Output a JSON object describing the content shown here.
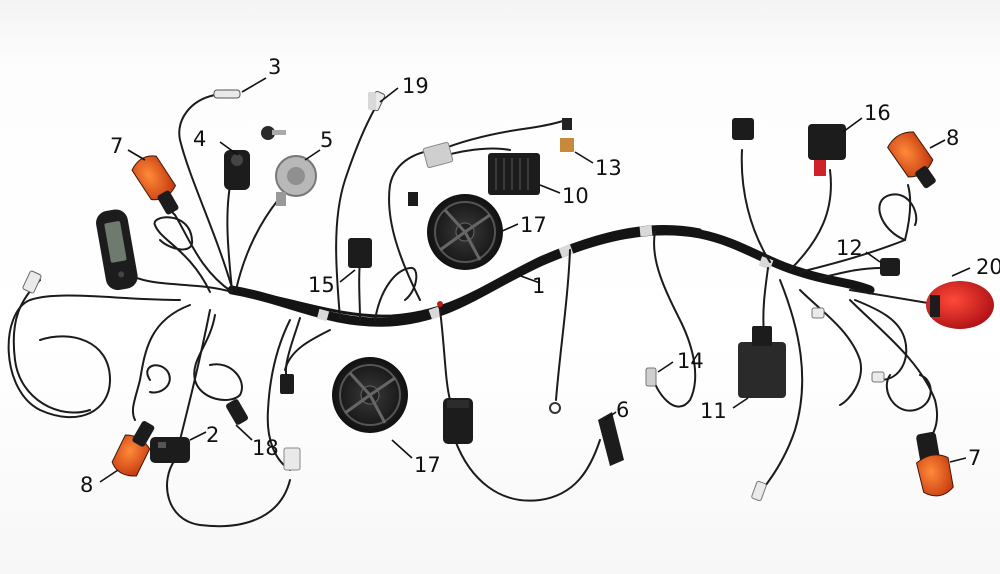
{
  "callouts": [
    {
      "id": "c1",
      "label": "1"
    },
    {
      "id": "c2",
      "label": "2"
    },
    {
      "id": "c3",
      "label": "3"
    },
    {
      "id": "c4",
      "label": "4"
    },
    {
      "id": "c5",
      "label": "5"
    },
    {
      "id": "c6",
      "label": "6"
    },
    {
      "id": "c7a",
      "label": "7"
    },
    {
      "id": "c7b",
      "label": "7"
    },
    {
      "id": "c8a",
      "label": "8"
    },
    {
      "id": "c8b",
      "label": "8"
    },
    {
      "id": "c10",
      "label": "10"
    },
    {
      "id": "c11",
      "label": "11"
    },
    {
      "id": "c12",
      "label": "12"
    },
    {
      "id": "c13",
      "label": "13"
    },
    {
      "id": "c14",
      "label": "14"
    },
    {
      "id": "c15",
      "label": "15"
    },
    {
      "id": "c16",
      "label": "16"
    },
    {
      "id": "c17a",
      "label": "17"
    },
    {
      "id": "c17b",
      "label": "17"
    },
    {
      "id": "c18",
      "label": "18"
    },
    {
      "id": "c19",
      "label": "19"
    },
    {
      "id": "c20",
      "label": "20"
    }
  ],
  "colors": {
    "wire": "#141414",
    "turn_signal_lens": "#e8501c",
    "tail_light": "#d8131a",
    "component_body": "#1c1c1c",
    "connector_white": "#f2f2f2"
  }
}
